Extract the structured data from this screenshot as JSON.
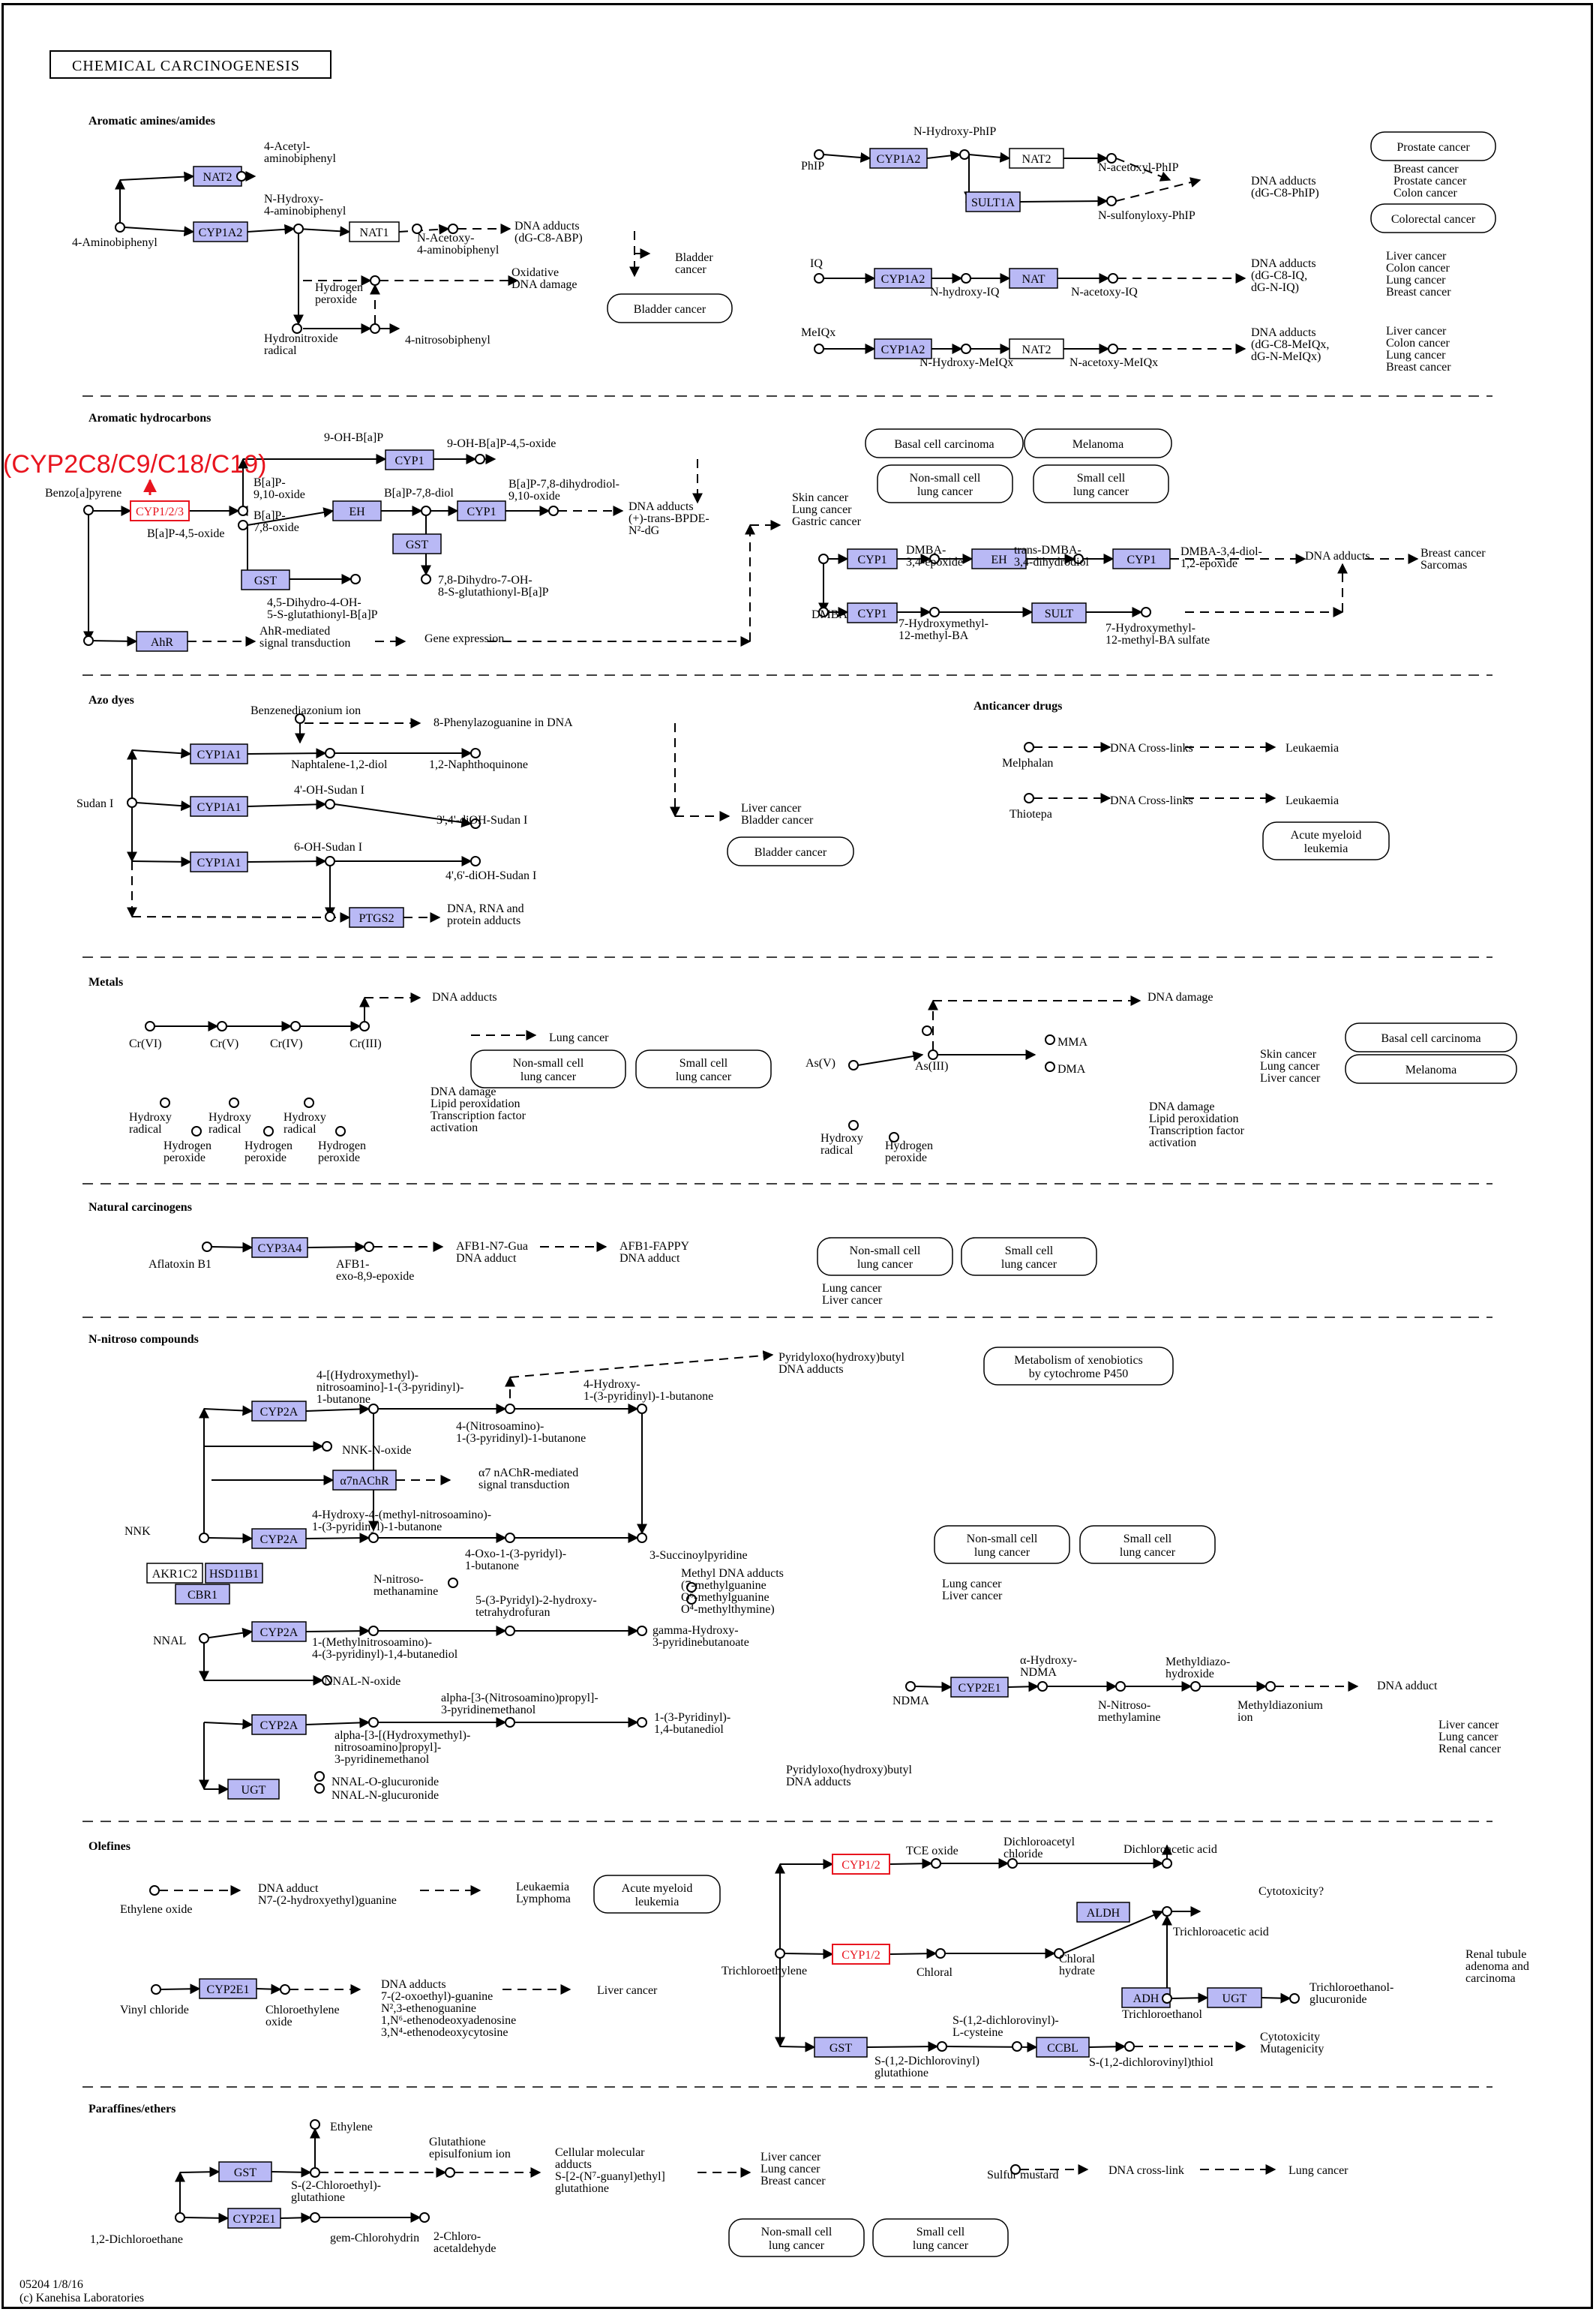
{
  "diagram": {
    "title": "CHEMICAL CARCINOGENESIS",
    "footer": [
      "05204 1/8/16",
      "(c) Kanehisa Laboratories"
    ],
    "annotation": "(CYP2C8/C9/C18/C19)",
    "sections": [
      "Aromatic amines/amides",
      "Aromatic hydrocarbons",
      "Azo dyes",
      "Anticancer drugs",
      "Metals",
      "Natural carcinogens",
      "N-nitroso compounds",
      "Olefines",
      "Paraffines/ethers"
    ],
    "colors": {
      "gene": "#b9b9f5",
      "highlight": "#e8141e"
    }
  },
  "nodes": [
    {
      "id": "n1",
      "kind": "gene",
      "text": "NAT2"
    },
    {
      "id": "n2",
      "kind": "gene",
      "text": "CYP1A2"
    },
    {
      "id": "n3",
      "kind": "gene-white",
      "text": "NAT1"
    },
    {
      "id": "n4",
      "kind": "gene",
      "text": "CYP1A2"
    },
    {
      "id": "n5",
      "kind": "gene-white",
      "text": "NAT2"
    },
    {
      "id": "n6",
      "kind": "gene",
      "text": "SULT1A"
    },
    {
      "id": "n7",
      "kind": "gene",
      "text": "CYP1A2"
    },
    {
      "id": "n8",
      "kind": "gene",
      "text": "NAT"
    },
    {
      "id": "n9",
      "kind": "gene",
      "text": "CYP1A2"
    },
    {
      "id": "n10",
      "kind": "gene-white",
      "text": "NAT2"
    },
    {
      "id": "n11",
      "kind": "gene",
      "text": "CYP1"
    },
    {
      "id": "n12",
      "kind": "gene-red",
      "text": "CYP1/2/3"
    },
    {
      "id": "n13",
      "kind": "gene",
      "text": "EH"
    },
    {
      "id": "n14",
      "kind": "gene",
      "text": "CYP1"
    },
    {
      "id": "n15",
      "kind": "gene",
      "text": "GST"
    },
    {
      "id": "n16",
      "kind": "gene",
      "text": "GST"
    },
    {
      "id": "n17",
      "kind": "gene",
      "text": "AhR"
    },
    {
      "id": "n18",
      "kind": "gene",
      "text": "CYP1"
    },
    {
      "id": "n19",
      "kind": "gene",
      "text": "EH"
    },
    {
      "id": "n20",
      "kind": "gene",
      "text": "CYP1"
    },
    {
      "id": "n21",
      "kind": "gene",
      "text": "CYP1"
    },
    {
      "id": "n22",
      "kind": "gene",
      "text": "SULT"
    },
    {
      "id": "n23",
      "kind": "gene",
      "text": "CYP1A1"
    },
    {
      "id": "n24",
      "kind": "gene",
      "text": "CYP1A1"
    },
    {
      "id": "n25",
      "kind": "gene",
      "text": "CYP1A1"
    },
    {
      "id": "n26",
      "kind": "gene",
      "text": "PTGS2"
    },
    {
      "id": "n27",
      "kind": "gene",
      "text": "CYP3A4"
    },
    {
      "id": "n28",
      "kind": "gene",
      "text": "CYP2A"
    },
    {
      "id": "n29",
      "kind": "gene",
      "text": "α7nAChR"
    },
    {
      "id": "n30",
      "kind": "gene",
      "text": "CYP2A"
    },
    {
      "id": "n31",
      "kind": "gene-white",
      "text": "AKR1C2"
    },
    {
      "id": "n32",
      "kind": "gene",
      "text": "HSD11B1"
    },
    {
      "id": "n33",
      "kind": "gene",
      "text": "CBR1"
    },
    {
      "id": "n34",
      "kind": "gene",
      "text": "CYP2A"
    },
    {
      "id": "n35",
      "kind": "gene",
      "text": "CYP2A"
    },
    {
      "id": "n36",
      "kind": "gene",
      "text": "UGT"
    },
    {
      "id": "n37",
      "kind": "gene",
      "text": "CYP2E1"
    },
    {
      "id": "n38",
      "kind": "gene-red",
      "text": "CYP1/2"
    },
    {
      "id": "n39",
      "kind": "gene-red",
      "text": "CYP1/2"
    },
    {
      "id": "n40",
      "kind": "gene",
      "text": "ALDH"
    },
    {
      "id": "n41",
      "kind": "gene",
      "text": "ADH"
    },
    {
      "id": "n42",
      "kind": "gene",
      "text": "UGT"
    },
    {
      "id": "n43",
      "kind": "gene",
      "text": "GST"
    },
    {
      "id": "n44",
      "kind": "gene",
      "text": "CCBL"
    },
    {
      "id": "n45",
      "kind": "gene",
      "text": "CYP2E1"
    },
    {
      "id": "n46",
      "kind": "gene",
      "text": "GST"
    },
    {
      "id": "n47",
      "kind": "gene",
      "text": "CYP2E1"
    },
    {
      "id": "d1",
      "kind": "disease",
      "text": [
        "Bladder cancer"
      ]
    },
    {
      "id": "d2",
      "kind": "disease",
      "text": [
        "Prostate cancer"
      ]
    },
    {
      "id": "d3",
      "kind": "disease",
      "text": [
        "Colorectal cancer"
      ]
    },
    {
      "id": "d4",
      "kind": "disease",
      "text": [
        "Basal cell carcinoma"
      ]
    },
    {
      "id": "d5",
      "kind": "disease",
      "text": [
        "Melanoma"
      ]
    },
    {
      "id": "d6",
      "kind": "disease",
      "text": [
        "Non-small cell",
        "lung cancer"
      ]
    },
    {
      "id": "d7",
      "kind": "disease",
      "text": [
        "Small cell",
        "lung cancer"
      ]
    },
    {
      "id": "d8",
      "kind": "disease",
      "text": [
        "Bladder cancer"
      ]
    },
    {
      "id": "d9",
      "kind": "disease",
      "text": [
        "Acute myeloid",
        "leukemia"
      ]
    },
    {
      "id": "d10",
      "kind": "disease",
      "text": [
        "Non-small cell",
        "lung cancer"
      ]
    },
    {
      "id": "d11",
      "kind": "disease",
      "text": [
        "Small cell",
        "lung cancer"
      ]
    },
    {
      "id": "d12",
      "kind": "disease",
      "text": [
        "Basal cell carcinoma"
      ]
    },
    {
      "id": "d13",
      "kind": "disease",
      "text": [
        "Melanoma"
      ]
    },
    {
      "id": "d14",
      "kind": "disease",
      "text": [
        "Non-small cell",
        "lung cancer"
      ]
    },
    {
      "id": "d15",
      "kind": "disease",
      "text": [
        "Small cell",
        "lung cancer"
      ]
    },
    {
      "id": "d16",
      "kind": "disease",
      "text": [
        "Metabolism of xenobiotics",
        "by cytochrome P450"
      ]
    },
    {
      "id": "d17",
      "kind": "disease",
      "text": [
        "Non-small cell",
        "lung cancer"
      ]
    },
    {
      "id": "d18",
      "kind": "disease",
      "text": [
        "Small cell",
        "lung cancer"
      ]
    },
    {
      "id": "d19",
      "kind": "disease",
      "text": [
        "Acute myeloid",
        "leukemia"
      ]
    },
    {
      "id": "d20",
      "kind": "disease",
      "text": [
        "Non-small cell",
        "lung cancer"
      ]
    },
    {
      "id": "d21",
      "kind": "disease",
      "text": [
        "Small cell",
        "lung cancer"
      ]
    }
  ],
  "labels": [
    [
      "4-Acetyl-",
      "aminobiphenyl"
    ],
    [
      "4-Aminobiphenyl"
    ],
    [
      "N-Hydroxy-",
      "4-aminobiphenyl"
    ],
    [
      "N-Acetoxy-",
      "4-aminobiphenyl"
    ],
    [
      "DNA adducts",
      "(dG-C8-ABP)"
    ],
    [
      "Bladder",
      "cancer"
    ],
    [
      "Oxidative",
      "DNA damage"
    ],
    [
      "Hydrogen",
      "peroxide"
    ],
    [
      "Hydronitroxide",
      "radical"
    ],
    [
      "4-nitrosobiphenyl"
    ],
    [
      "PhIP"
    ],
    [
      "N-Hydroxy-PhIP"
    ],
    [
      "N-acetoxyl-PhIP"
    ],
    [
      "N-sulfonyloxy-PhIP"
    ],
    [
      "DNA adducts",
      "(dG-C8-PhIP)"
    ],
    [
      "Breast cancer",
      "Prostate cancer",
      "Colon cancer"
    ],
    [
      "IQ"
    ],
    [
      "N-hydroxy-IQ"
    ],
    [
      "N-acetoxy-IQ"
    ],
    [
      "DNA adducts",
      "(dG-C8-IQ,",
      "dG-N-IQ)"
    ],
    [
      "Liver cancer",
      "Colon cancer",
      "Lung cancer",
      "Breast cancer"
    ],
    [
      "MeIQx"
    ],
    [
      "N-Hydroxy-MeIQx"
    ],
    [
      "N-acetoxy-MeIQx"
    ],
    [
      "DNA adducts",
      "(dG-C8-MeIQx,",
      "dG-N-MeIQx)"
    ],
    [
      "Liver cancer",
      "Colon cancer",
      "Lung cancer",
      "Breast cancer"
    ],
    [
      "9-OH-B[a]P"
    ],
    [
      "9-OH-B[a]P-4,5-oxide"
    ],
    [
      "Benzo[a]pyrene"
    ],
    [
      "B[a]P-",
      "9,10-oxide"
    ],
    [
      "B[a]P-",
      "7,8-oxide"
    ],
    [
      "B[a]P-4,5-oxide"
    ],
    [
      "B[a]P-7,8-diol"
    ],
    [
      "B[a]P-7,8-dihydrodiol-",
      "9,10-oxide"
    ],
    [
      "DNA adducts",
      "(+)-trans-BPDE-",
      "N²-dG"
    ],
    [
      "Skin cancer",
      "Lung cancer",
      "Gastric cancer"
    ],
    [
      "4,5-Dihydro-4-OH-",
      "5-S-glutathionyl-B[a]P"
    ],
    [
      "7,8-Dihydro-7-OH-",
      "8-S-glutathionyl-B[a]P"
    ],
    [
      "AhR-mediated",
      "signal transduction"
    ],
    [
      "Gene expression"
    ],
    [
      "DMBA"
    ],
    [
      "DMBA-",
      "3,4-epoxide"
    ],
    [
      "trans-DMBA-",
      "3,4-dihydrodiol"
    ],
    [
      "DMBA-3,4-diol-",
      "1,2-epoxide"
    ],
    [
      "DNA adducts"
    ],
    [
      "Breast cancer",
      "Sarcomas"
    ],
    [
      "7-Hydroxymethyl-",
      "12-methyl-BA"
    ],
    [
      "7-Hydroxymethyl-",
      "12-methyl-BA sulfate"
    ],
    [
      "Benzenediazonium ion"
    ],
    [
      "8-Phenylazoguanine in DNA"
    ],
    [
      "Sudan I"
    ],
    [
      "Naphtalene-1,2-diol"
    ],
    [
      "1,2-Naphthoquinone"
    ],
    [
      "4'-OH-Sudan I"
    ],
    [
      "3',4'-diOH-Sudan I"
    ],
    [
      "6-OH-Sudan I"
    ],
    [
      "4',6'-diOH-Sudan I"
    ],
    [
      "DNA, RNA and",
      "protein adducts"
    ],
    [
      "Liver cancer",
      "Bladder cancer"
    ],
    [
      "Melphalan"
    ],
    [
      "DNA Cross-links"
    ],
    [
      "Leukaemia"
    ],
    [
      "Thiotepa"
    ],
    [
      "DNA Cross-links"
    ],
    [
      "Leukaemia"
    ],
    [
      "DNA adducts"
    ],
    [
      "Lung cancer"
    ],
    [
      "Cr(VI)"
    ],
    [
      "Cr(V)"
    ],
    [
      "Cr(IV)"
    ],
    [
      "Cr(III)"
    ],
    [
      "Hydroxy",
      "radical"
    ],
    [
      "Hydrogen",
      "peroxide"
    ],
    [
      "Hydroxy",
      "radical"
    ],
    [
      "Hydrogen",
      "peroxide"
    ],
    [
      "Hydroxy",
      "radical"
    ],
    [
      "Hydrogen",
      "peroxide"
    ],
    [
      "DNA damage",
      "Lipid peroxidation",
      "Transcription factor",
      "activation"
    ],
    [
      "As(V)"
    ],
    [
      "As(III)"
    ],
    [
      "MMA"
    ],
    [
      "DMA"
    ],
    [
      "DNA damage"
    ],
    [
      "Hydroxy",
      "radical"
    ],
    [
      "Hydrogen",
      "peroxide"
    ],
    [
      "Skin cancer",
      "Lung cancer",
      "Liver cancer"
    ],
    [
      "DNA damage",
      "Lipid peroxidation",
      "Transcription factor",
      "activation"
    ],
    [
      "Aflatoxin B1"
    ],
    [
      "AFB1-",
      "exo-8,9-epoxide"
    ],
    [
      "AFB1-N7-Gua",
      "DNA adduct"
    ],
    [
      "AFB1-FAPPY",
      "DNA adduct"
    ],
    [
      "Lung cancer",
      "Liver cancer"
    ],
    [
      "4-[(Hydroxymethyl)-",
      "nitrosoamino]-1-(3-pyridinyl)-",
      "1-butanone"
    ],
    [
      "4-Hydroxy-",
      "1-(3-pyridinyl)-1-butanone"
    ],
    [
      "4-(Nitrosoamino)-",
      "1-(3-pyridinyl)-1-butanone"
    ],
    [
      "Pyridyloxo(hydroxy)butyl",
      "DNA adducts"
    ],
    [
      "NNK-N-oxide"
    ],
    [
      "α7 nAChR-mediated",
      "signal transduction"
    ],
    [
      "4-Hydroxy-4-(methyl-nitrosoamino)-",
      "1-(3-pyridinyl)-1-butanone"
    ],
    [
      "NNK"
    ],
    [
      "4-Oxo-1-(3-pyridyl)-",
      "1-butanone"
    ],
    [
      "3-Succinoylpyridine"
    ],
    [
      "N-nitroso-",
      "methanamine"
    ],
    [
      "5-(3-Pyridyl)-2-hydroxy-",
      "tetrahydrofuran"
    ],
    [
      "Methyl DNA adducts",
      "(7-methylguanine",
      "O⁶-methylguanine",
      "O⁴-methylthymine)"
    ],
    [
      "Lung cancer",
      "Liver cancer"
    ],
    [
      "NNAL"
    ],
    [
      "1-(Methylnitrosoamino)-",
      "4-(3-pyridinyl)-1,4-butanediol"
    ],
    [
      "gamma-Hydroxy-",
      "3-pyridinebutanoate"
    ],
    [
      "NNAL-N-oxide"
    ],
    [
      "alpha-[3-(Nitrosoamino)propyl]-",
      "3-pyridinemethanol"
    ],
    [
      "alpha-[3-[(Hydroxymethyl)-",
      "nitrosoamino]propyl]-",
      "3-pyridinemethanol"
    ],
    [
      "1-(3-Pyridinyl)-",
      "1,4-butanediol"
    ],
    [
      "NNAL-O-glucuronide"
    ],
    [
      "NNAL-N-glucuronide"
    ],
    [
      "Pyridyloxo(hydroxy)butyl",
      "DNA adducts"
    ],
    [
      "NDMA"
    ],
    [
      "α-Hydroxy-",
      "NDMA"
    ],
    [
      "N-Nitroso-",
      "methylamine"
    ],
    [
      "Methyldiazo-",
      "hydroxide"
    ],
    [
      "Methyldiazonium",
      "ion"
    ],
    [
      "DNA adduct"
    ],
    [
      "Liver cancer",
      "Lung cancer",
      "Renal cancer"
    ],
    [
      "Ethylene oxide"
    ],
    [
      "DNA adduct",
      "N7-(2-hydroxyethyl)guanine"
    ],
    [
      "Leukaemia",
      "Lymphoma"
    ],
    [
      "Vinyl chloride"
    ],
    [
      "Chloroethylene",
      "oxide"
    ],
    [
      "DNA adducts",
      "7-(2-oxoethyl)-guanine",
      "N²,3-ethenoguanine",
      "1,N⁶-ethenodeoxyadenosine",
      "3,N⁴-ethenodeoxycytosine"
    ],
    [
      "Liver cancer"
    ],
    [
      "TCE oxide"
    ],
    [
      "Dichloroacetyl",
      "chloride"
    ],
    [
      "Dichloroacetic acid"
    ],
    [
      "Cytotoxicity?"
    ],
    [
      "Trichloroethylene"
    ],
    [
      "Chloral"
    ],
    [
      "Chloral",
      "hydrate"
    ],
    [
      "Trichloroacetic acid"
    ],
    [
      "Trichloroethanol"
    ],
    [
      "Trichloroethanol-",
      "glucuronide"
    ],
    [
      "Renal tubule",
      "adenoma and",
      "carcinoma"
    ],
    [
      "S-(1,2-dichlorovinyl)-",
      "L-cysteine"
    ],
    [
      "S-(1,2-Dichlorovinyl)",
      "glutathione"
    ],
    [
      "S-(1,2-dichlorovinyl)thiol"
    ],
    [
      "Cytotoxicity",
      "Mutagenicity"
    ],
    [
      "Ethylene"
    ],
    [
      "Glutathione",
      "episulfonium ion"
    ],
    [
      "Cellular molecular",
      "adducts",
      "S-[2-(N⁷-guanyl)ethyl]",
      "glutathione"
    ],
    [
      "Liver cancer",
      "Lung cancer",
      "Breast cancer"
    ],
    [
      "S-(2-Chloroethyl)-",
      "glutathione"
    ],
    [
      "1,2-Dichloroethane"
    ],
    [
      "gem-Chlorohydrin"
    ],
    [
      "2-Chloro-",
      "acetaldehyde"
    ],
    [
      "Sulfur mustard"
    ],
    [
      "DNA cross-link"
    ],
    [
      "Lung cancer"
    ]
  ]
}
